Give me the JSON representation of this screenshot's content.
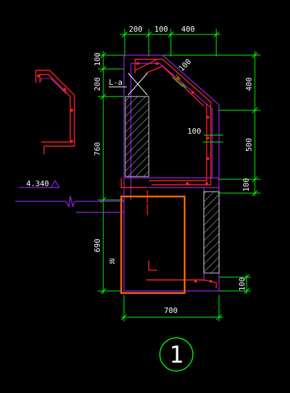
{
  "dimensions": {
    "top": [
      "200",
      "100",
      "400"
    ],
    "left": [
      "100",
      "200",
      "760",
      "690"
    ],
    "right": [
      "400",
      "500",
      "100",
      "100"
    ],
    "bottom": "700",
    "slope": "100",
    "inner": "100"
  },
  "labels": {
    "beam_tag": "L-a",
    "elevation": "4.340",
    "section_number": "1",
    "small_mark": "说"
  },
  "colors": {
    "background": "#000000",
    "dimension_line": "#00ff00",
    "outline": "#a020f0",
    "rebar": "#ff2020",
    "highlight": "#ff6600",
    "text": "#ffffff",
    "hatch": "#d0d0d0"
  }
}
